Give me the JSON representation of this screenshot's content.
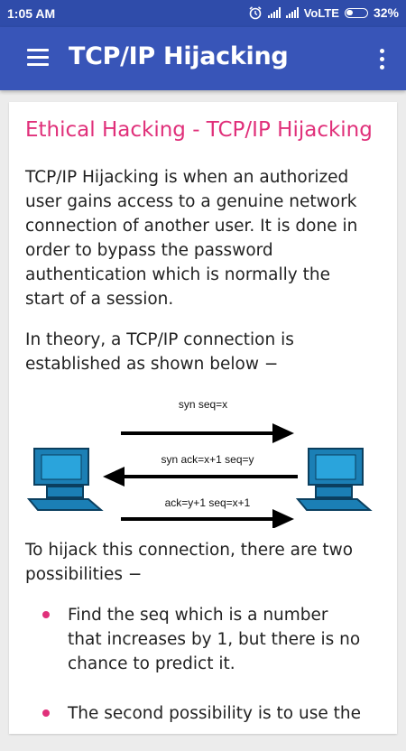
{
  "status_bar": {
    "time": "1:05 AM",
    "network": "VoLTE",
    "battery": "32%",
    "icons": [
      "alarm-icon",
      "signal-icon",
      "signal-icon",
      "battery-icon"
    ]
  },
  "app_bar": {
    "title": "TCP/IP Hijacking",
    "menu_icon": "hamburger-menu-icon",
    "more_icon": "more-vert-icon"
  },
  "article": {
    "title": "Ethical Hacking - TCP/IP Hijacking",
    "paragraph1": "TCP/IP Hijacking is when an authorized user gains access to a genuine network connection of another user. It is done in order to bypass the password authentication which is normally the start of a session.",
    "paragraph2": "In theory, a TCP/IP connection is established as shown below −",
    "diagram": {
      "arrow1_label": "syn seq=x",
      "arrow2_label": "syn ack=x+1 seq=y",
      "arrow3_label": "ack=y+1 seq=x+1"
    },
    "paragraph3": "To hijack this connection, there are two possibilities −",
    "bullets": [
      "Find the seq which is a number that increases by 1, but there is no chance to predict it.",
      "The second possibility is to use the"
    ],
    "accent_color": "#e0307a"
  }
}
